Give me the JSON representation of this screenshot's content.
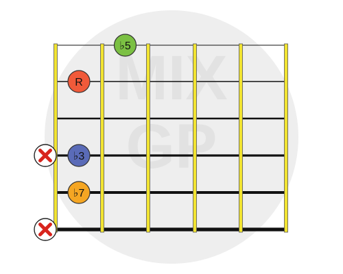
{
  "colors": {
    "background": "#ffffff",
    "watermark_disc": "#eeeeee",
    "watermark_letter": "#e2e2e2",
    "string": "#111111",
    "fret": "#f2e431",
    "fret_outline": "#555555",
    "marker_fill": "#ffffff",
    "marker_x": "#d8241d"
  },
  "watermark": {
    "line1": "MIX",
    "line2": "GP"
  },
  "fretboard": {
    "strings": 6,
    "frets": 5
  },
  "muted_strings": [
    {
      "string": 4,
      "icon": "close-icon"
    },
    {
      "string": 6,
      "icon": "close-icon"
    }
  ],
  "notes": [
    {
      "label": "♭5",
      "string": 1,
      "fret": 2,
      "color": "#7bc043"
    },
    {
      "label": "R",
      "string": 2,
      "fret": 1,
      "color": "#f05a3a"
    },
    {
      "label": "♭3",
      "string": 4,
      "fret": 1,
      "color": "#5a6bb8"
    },
    {
      "label": "♭7",
      "string": 5,
      "fret": 1,
      "color": "#f5a623"
    }
  ]
}
